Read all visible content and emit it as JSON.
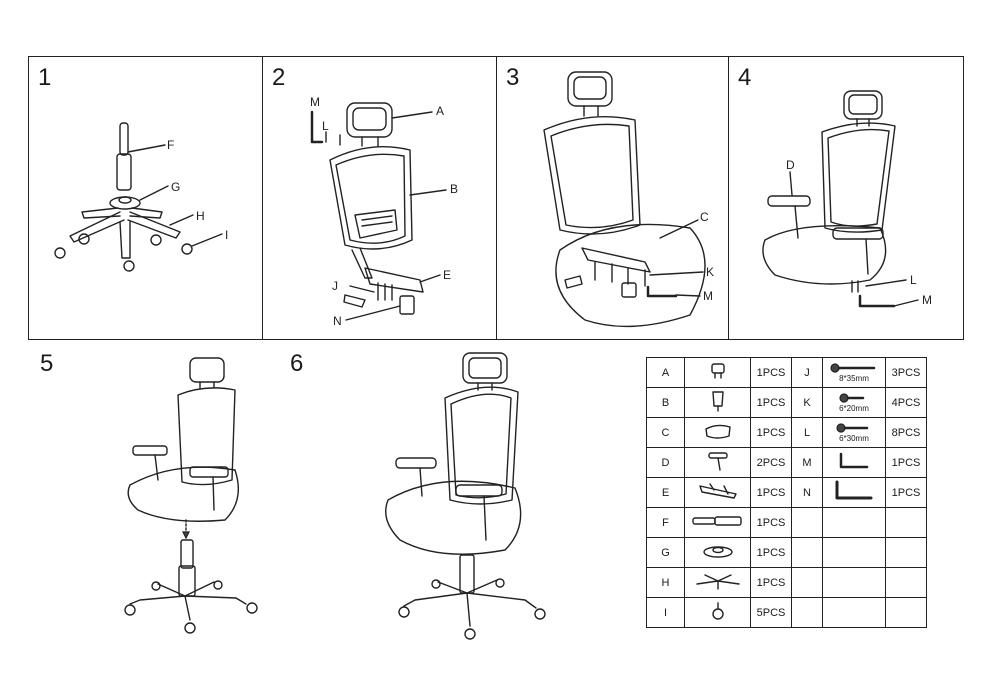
{
  "steps": [
    {
      "number": "1",
      "labels": [
        "F",
        "G",
        "H",
        "I"
      ]
    },
    {
      "number": "2",
      "labels": [
        "M",
        "L",
        "A",
        "B",
        "E",
        "J",
        "N"
      ]
    },
    {
      "number": "3",
      "labels": [
        "C",
        "K",
        "M"
      ]
    },
    {
      "number": "4",
      "labels": [
        "D",
        "L",
        "M"
      ]
    },
    {
      "number": "5"
    },
    {
      "number": "6"
    }
  ],
  "parts_left": [
    {
      "letter": "A",
      "qty": "1PCS",
      "icon": "headrest-icon"
    },
    {
      "letter": "B",
      "qty": "1PCS",
      "icon": "backrest-icon"
    },
    {
      "letter": "C",
      "qty": "1PCS",
      "icon": "seat-icon"
    },
    {
      "letter": "D",
      "qty": "2PCS",
      "icon": "armrest-icon"
    },
    {
      "letter": "E",
      "qty": "1PCS",
      "icon": "mechanism-icon"
    },
    {
      "letter": "F",
      "qty": "1PCS",
      "icon": "gas-lift-icon"
    },
    {
      "letter": "G",
      "qty": "1PCS",
      "icon": "gas-lift-cover-icon"
    },
    {
      "letter": "H",
      "qty": "1PCS",
      "icon": "base-icon"
    },
    {
      "letter": "I",
      "qty": "5PCS",
      "icon": "caster-icon"
    }
  ],
  "parts_right": [
    {
      "letter": "J",
      "qty": "3PCS",
      "spec": "8*35mm",
      "icon": "bolt-long-icon"
    },
    {
      "letter": "K",
      "qty": "4PCS",
      "spec": "6*20mm",
      "icon": "bolt-short-icon"
    },
    {
      "letter": "L",
      "qty": "8PCS",
      "spec": "6*30mm",
      "icon": "bolt-medium-icon"
    },
    {
      "letter": "M",
      "qty": "1PCS",
      "icon": "small-allen-key-icon"
    },
    {
      "letter": "N",
      "qty": "1PCS",
      "icon": "large-allen-key-icon"
    }
  ]
}
